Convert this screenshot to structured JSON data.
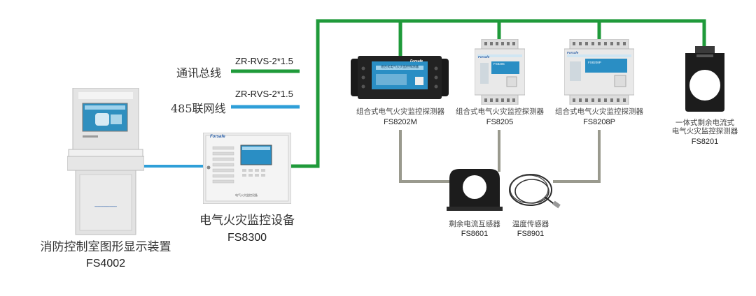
{
  "colors": {
    "bus_green": "#1f9a3a",
    "network_blue": "#2f9fd8",
    "sensor_gray": "#9a9a8e",
    "panel_face": "#eeeeee",
    "screen_blue": "#2a8ec4"
  },
  "legend": {
    "bus": {
      "label": "通讯总线",
      "cable": "ZR-RVS-2*1.5"
    },
    "net": {
      "label": "485联网线",
      "cable": "ZR-RVS-2*1.5"
    }
  },
  "devices": {
    "graphic_display": {
      "name": "消防控制室图形显示装置",
      "model": "FS4002"
    },
    "monitor_equipment": {
      "name": "电气火灾监控设备",
      "model": "FS8300",
      "brand": "Forsafe",
      "panel_caption": "电气火灾监控设备"
    },
    "detector_1": {
      "name": "组合式电气火灾监控探测器",
      "model": "FS8202M",
      "screen_title": "组合式电气火灾监控探测器",
      "brand": "Forsafe"
    },
    "detector_2": {
      "name": "组合式电气火灾监控探测器",
      "model": "FS8205",
      "brand": "Forsafe",
      "screen_title": "FS8205"
    },
    "detector_3": {
      "name": "组合式电气火灾监控探测器",
      "model": "FS8208P",
      "brand": "Forsafe",
      "screen_title": "FS8208P"
    },
    "detector_4": {
      "name_line1": "一体式剩余电流式",
      "name_line2": "电气火灾监控探测器",
      "model": "FS8201"
    },
    "ct_sensor": {
      "name": "剩余电流互感器",
      "model": "FS8601"
    },
    "temp_sensor": {
      "name": "温度传感器",
      "model": "FS8901"
    }
  }
}
